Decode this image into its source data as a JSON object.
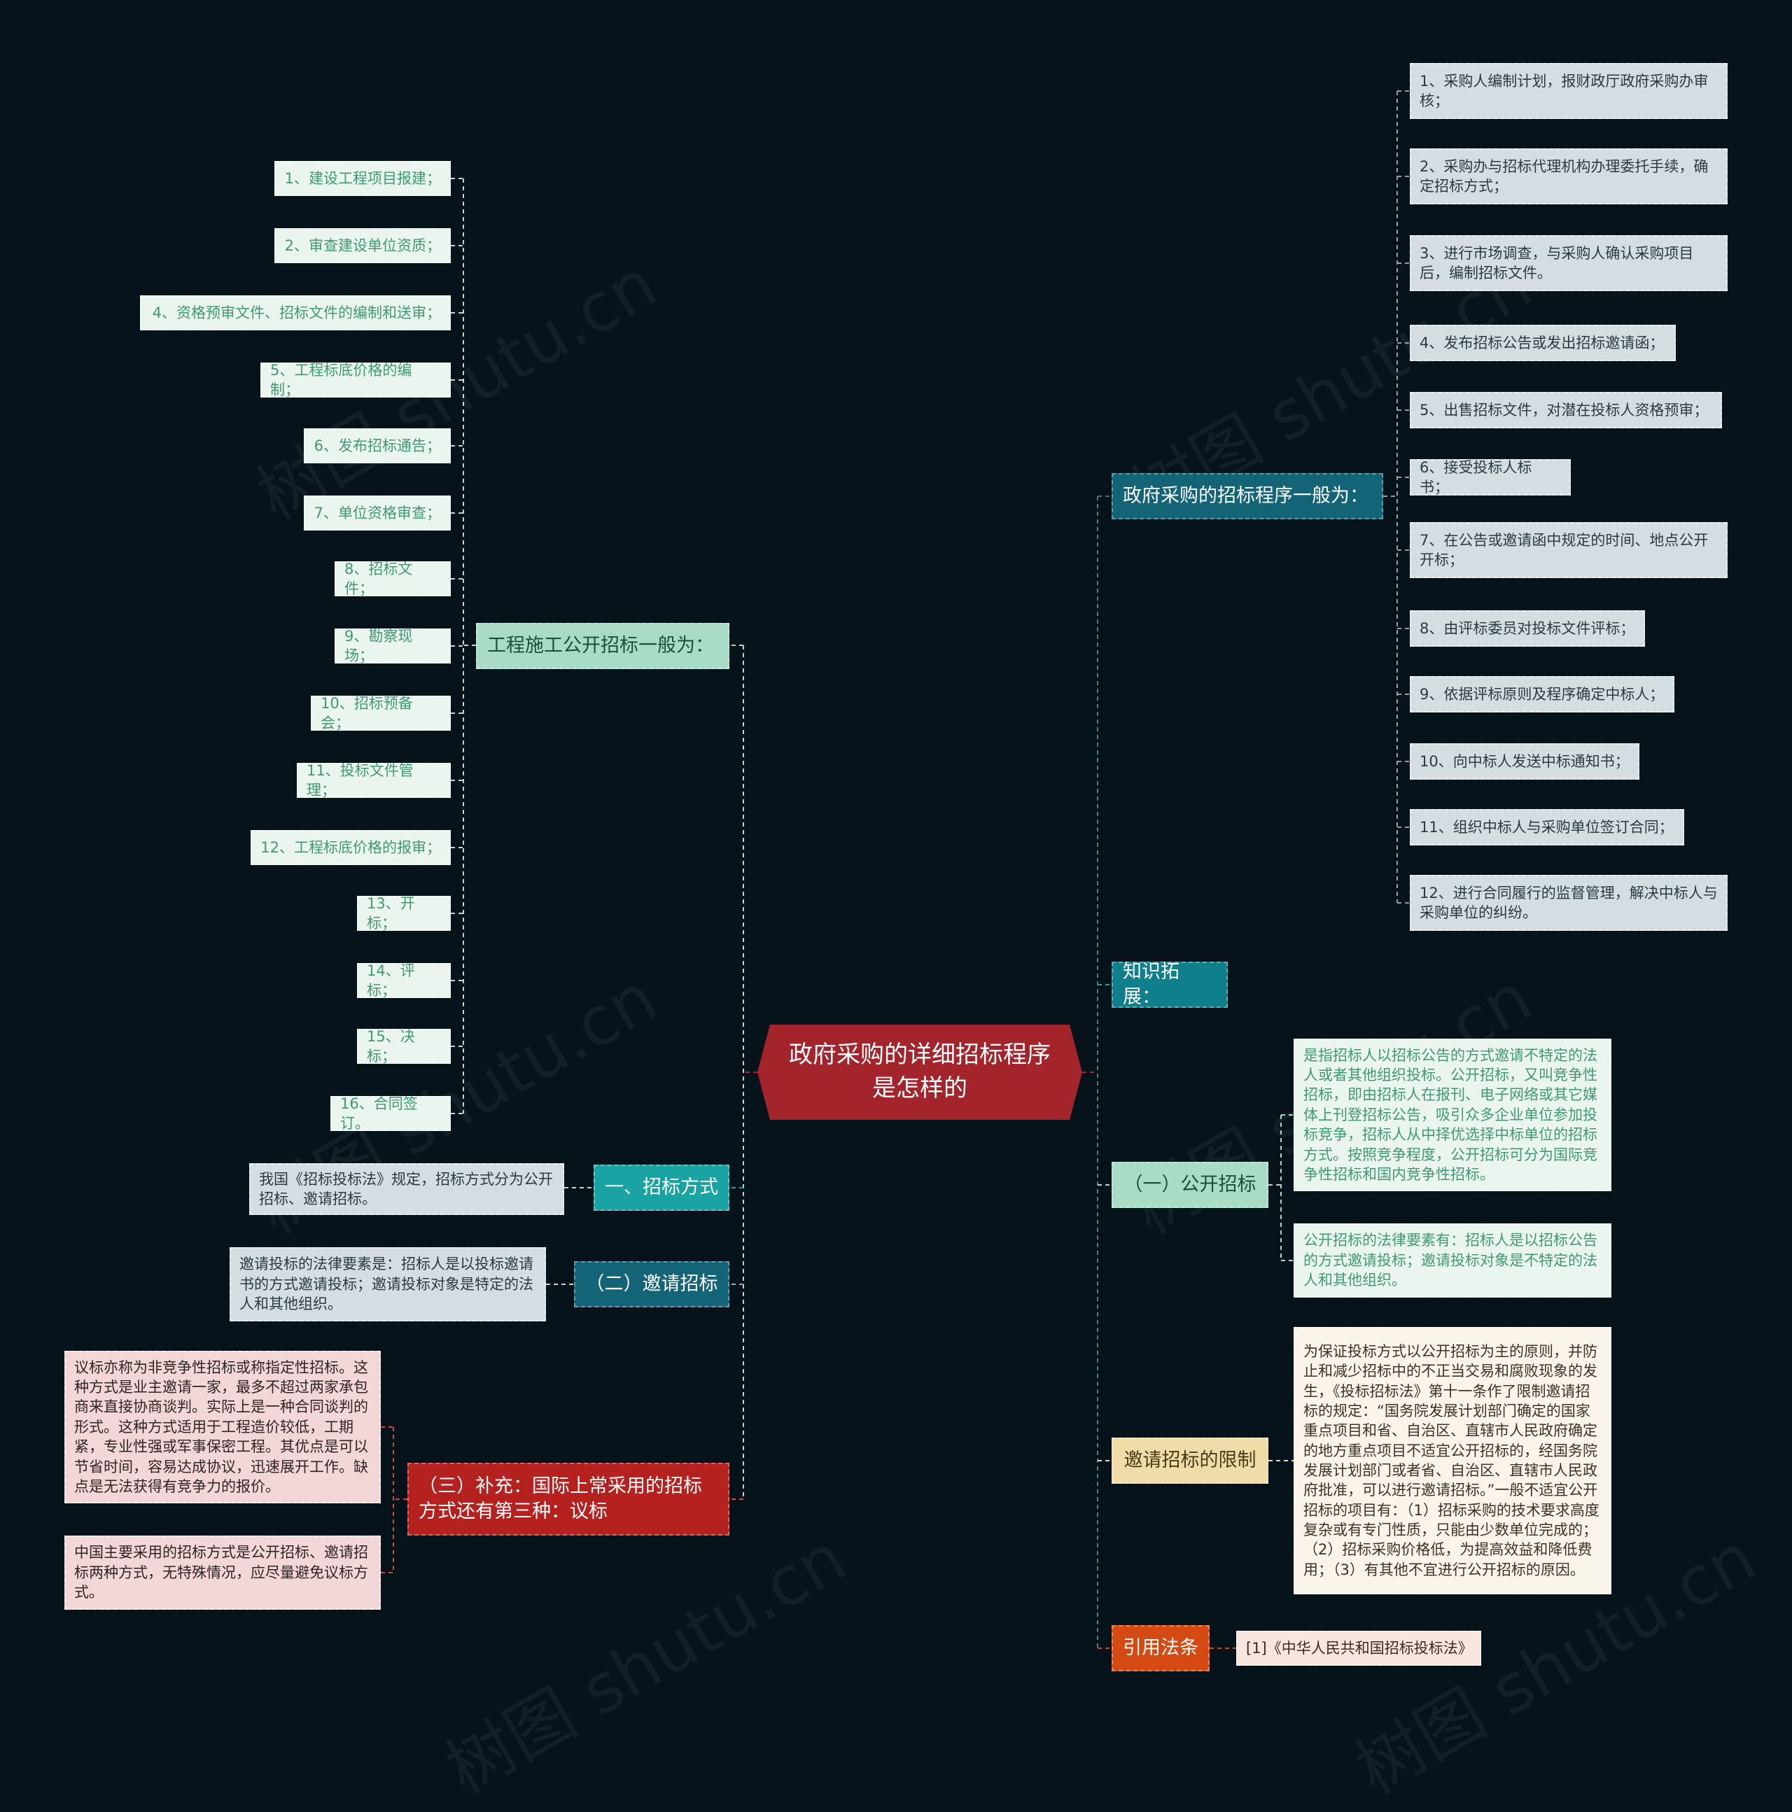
{
  "center": {
    "title_line1": "政府采购的详细招标程序",
    "title_line2": "是怎样的"
  },
  "watermark": "树图 shutu.cn",
  "left_top": {
    "label": "工程施工公开招标一般为：",
    "items": [
      "1、建设工程项目报建；",
      "2、审查建设单位资质；",
      "4、资格预审文件、招标文件的编制和送审；",
      "5、工程标底价格的编制；",
      "6、发布招标通告；",
      "7、单位资格审查；",
      "8、招标文件；",
      "9、勘察现场；",
      "10、招标预备会；",
      "11、投标文件管理；",
      "12、工程标底价格的报审；",
      "13、开标；",
      "14、评标；",
      "15、决标；",
      "16、合同签订。"
    ]
  },
  "left_method": {
    "label": "一、招标方式",
    "text": "我国《招标投标法》规定，招标方式分为公开招标、邀请招标。"
  },
  "left_invite": {
    "label": "（二）邀请招标",
    "text": "邀请投标的法律要素是：招标人是以投标邀请书的方式邀请投标；邀请投标对象是特定的法人和其他组织。"
  },
  "left_supp": {
    "label": "（三）补充：国际上常采用的招标方式还有第三种：议标",
    "text1": "议标亦称为非竞争性招标或称指定性招标。这种方式是业主邀请一家，最多不超过两家承包商来直接协商谈判。实际上是一种合同谈判的形式。这种方式适用于工程造价较低，工期紧，专业性强或军事保密工程。其优点是可以节省时间，容易达成协议，迅速展开工作。缺点是无法获得有竞争力的报价。",
    "text2": "中国主要采用的招标方式是公开招标、邀请招标两种方式，无特殊情况，应尽量避免议标方式。"
  },
  "right_proc": {
    "label": "政府采购的招标程序一般为：",
    "items": [
      "1、采购人编制计划，报财政厅政府采购办审核；",
      "2、采购办与招标代理机构办理委托手续，确定招标方式；",
      "3、进行市场调查，与采购人确认采购项目后，编制招标文件。",
      "4、发布招标公告或发出招标邀请函；",
      "5、出售招标文件，对潜在投标人资格预审；",
      "6、接受投标人标书；",
      "7、在公告或邀请函中规定的时间、地点公开开标；",
      "8、由评标委员对投标文件评标；",
      "9、依据评标原则及程序确定中标人；",
      "10、向中标人发送中标通知书；",
      "11、组织中标人与采购单位签订合同；",
      "12、进行合同履行的监督管理，解决中标人与采购单位的纠纷。"
    ]
  },
  "right_knowledge": {
    "label": "知识拓展："
  },
  "right_open": {
    "label": "（一）公开招标",
    "text1": "是指招标人以招标公告的方式邀请不特定的法人或者其他组织投标。公开招标，又叫竞争性招标，即由招标人在报刊、电子网络或其它媒体上刊登招标公告，吸引众多企业单位参加投标竞争，招标人从中择优选择中标单位的招标方式。按照竞争程度，公开招标可分为国际竞争性招标和国内竞争性招标。",
    "text2": "公开招标的法律要素有：招标人是以招标公告的方式邀请投标；邀请投标对象是不特定的法人和其他组织。"
  },
  "right_limit": {
    "label": "邀请招标的限制",
    "text": "为保证投标方式以公开招标为主的原则，并防止和减少招标中的不正当交易和腐败现象的发生，《投标招标法》第十一条作了限制邀请招标的规定：“国务院发展计划部门确定的国家重点项目和省、自治区、直辖市人民政府确定的地方重点项目不适宜公开招标的，经国务院发展计划部门或者省、自治区、直辖市人民政府批准，可以进行邀请招标。”一般不适宜公开招标的项目有：（1）招标采购的技术要求高度复杂或有专门性质，只能由少数单位完成的；（2）招标采购价格低，为提高效益和降低费用；（3）有其他不宜进行公开招标的原因。"
  },
  "right_law": {
    "label": "引用法条",
    "text": "[1]《中华人民共和国招标投标法》"
  }
}
